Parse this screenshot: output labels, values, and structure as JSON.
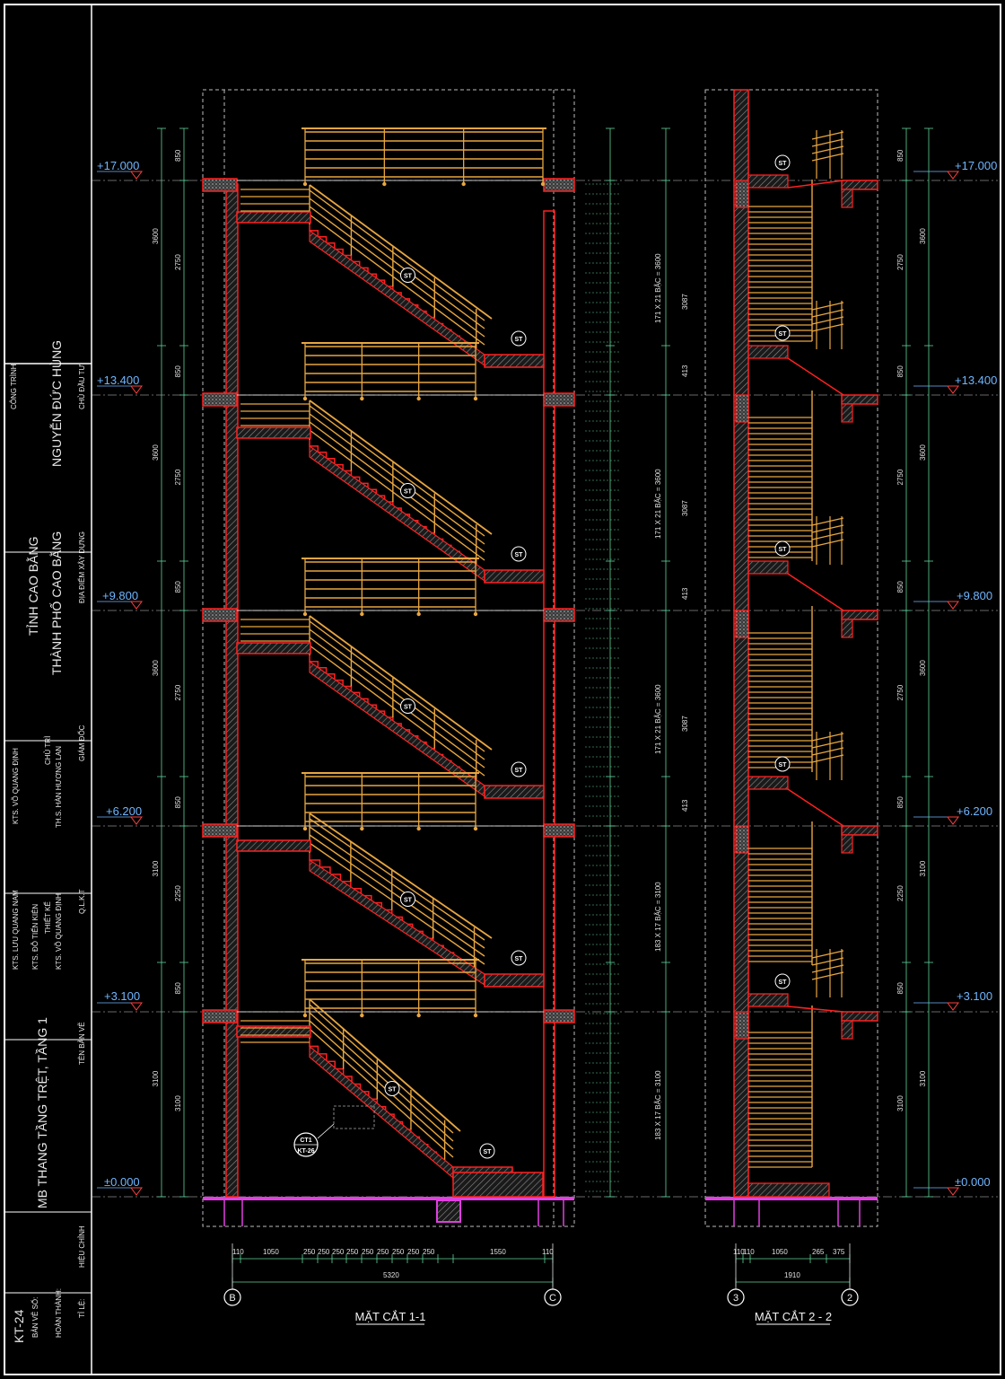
{
  "title_block": {
    "investor_label": "CHỦ ĐẦU TƯ",
    "investor_name": "NGUYỄN ĐỨC HÙNG",
    "project_label": "CÔNG TRÌNH",
    "location_label": "ĐỊA ĐIỂM XÂY DỰNG",
    "location_line1": "THÀNH PHỐ CAO BẰNG",
    "location_line2": "TỈNH CAO BẰNG",
    "director_label": "GIÁM ĐỐC",
    "director_name": "TH.S. HÀN HƯƠNG LAN",
    "chair_label": "CHỦ TRÌ",
    "chair_name": "KTS. VÕ QUANG ĐỊNH",
    "qlkt_label": "Q.L.K.T",
    "qlkt_name": "KTS. VÕ QUANG ĐỊNH",
    "design_label": "THIẾT KẾ",
    "designer1": "KTS. ĐỖ TIẾN KIÊN",
    "designer2": "KTS. LƯU QUANG NAM",
    "drawing_name_label": "TÊN BẢN VẼ",
    "drawing_name": "MB THANG TẦNG TRỆT, TẦNG 1",
    "revision_label": "HIỆU CHỈNH",
    "scale_label": "TỈ LỆ:",
    "completed_label": "HOÀN THÀNH:",
    "sheet_label": "BẢN VẼ SỐ:",
    "sheet_no": "KT-24"
  },
  "levels": [
    "+17.000",
    "+13.400",
    "+9.800",
    "+6.200",
    "+3.100",
    "±0.000"
  ],
  "section_1": {
    "title": "MẶT CẮT 1-1",
    "axis_left": "B",
    "axis_right": "C",
    "bottom_dims": [
      "110",
      "1050",
      "250",
      "250",
      "250",
      "250",
      "250",
      "250",
      "250",
      "250",
      "250",
      "1550",
      "110"
    ],
    "total": "5320",
    "left_dims_outer": [
      "3600",
      "3600",
      "3600",
      "3100",
      "3100"
    ],
    "left_dims_inner": [
      "850",
      "2750",
      "850",
      "2750",
      "850",
      "2750",
      "850",
      "2250",
      "850",
      "3100"
    ],
    "flight_labels": [
      "171 X 21 BẬC = 3600",
      "171 X 21 BẬC = 3600",
      "171 X 21 BẬC = 3600",
      "183 X 17 BẬC = 3100",
      "183 X 17 BẬC = 3100"
    ],
    "tag_st": "ST",
    "callout_top": "CT1",
    "callout_bottom": "KT-26"
  },
  "section_2": {
    "title": "MẶT CẮT 2 - 2",
    "axis_left": "3",
    "axis_right": "2",
    "bottom_dims": [
      "110",
      "110",
      "1050",
      "265",
      "375"
    ],
    "total": "1910",
    "right_dims_inner": [
      "850",
      "2750",
      "850",
      "2750",
      "850",
      "2750",
      "850",
      "2250",
      "850",
      "3100"
    ],
    "right_dims_outer": [
      "3600",
      "3600",
      "3600",
      "3100",
      "3100"
    ],
    "height_dims": [
      "3087",
      "413",
      "3087",
      "413",
      "3087",
      "413"
    ]
  },
  "colors": {
    "background": "#000000",
    "wall_red": "#ff2020",
    "railing_gold": "#e8a640",
    "dimension_green": "#5fd39a",
    "level_blue": "#6fb6ff",
    "ground_magenta": "#e040e0",
    "hatch_gray": "#8a8a8a"
  }
}
